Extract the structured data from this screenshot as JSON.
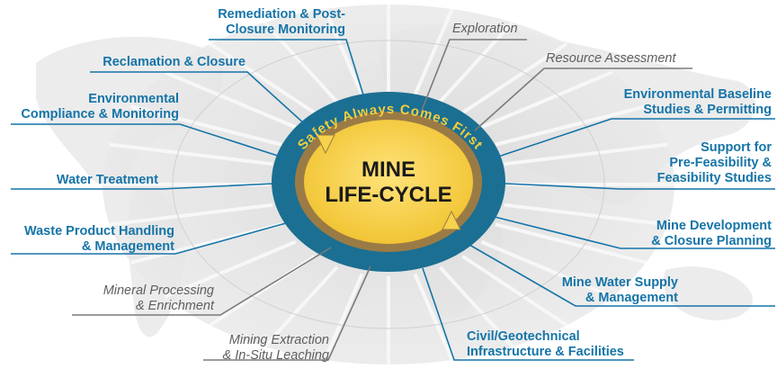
{
  "center": {
    "title_line1": "MINE",
    "title_line2": "LIFE-CYCLE",
    "ring_text": "Safety Always Comes First"
  },
  "stages": {
    "remediation": [
      "Remediation & Post-",
      "Closure Monitoring"
    ],
    "exploration": [
      "Exploration"
    ],
    "reclamation": [
      "Reclamation & Closure"
    ],
    "resource": [
      "Resource Assessment"
    ],
    "env_compliance": [
      "Environmental",
      "Compliance & Monitoring"
    ],
    "env_baseline": [
      "Environmental Baseline",
      "Studies & Permitting"
    ],
    "feasibility": [
      "Support for",
      "Pre-Feasibility &",
      "Feasibility Studies"
    ],
    "water_treatment": [
      "Water Treatment"
    ],
    "mine_development": [
      "Mine Development",
      "& Closure Planning"
    ],
    "waste": [
      "Waste Product Handling",
      "& Management"
    ],
    "water_supply": [
      "Mine Water Supply",
      "& Management"
    ],
    "mineral": [
      "Mineral Processing",
      "& Enrichment"
    ],
    "mining": [
      "Mining Extraction",
      "& In-Situ Leaching"
    ],
    "civil": [
      "Civil/Geotechnical",
      "Infrastructure & Facilities"
    ]
  },
  "colors": {
    "accent_blue": "#1574a8",
    "ring_blue": "#1b6f92",
    "gold": "#f4cd3c",
    "tan": "#9b7b45",
    "gray_text": "#5e5e5e"
  }
}
